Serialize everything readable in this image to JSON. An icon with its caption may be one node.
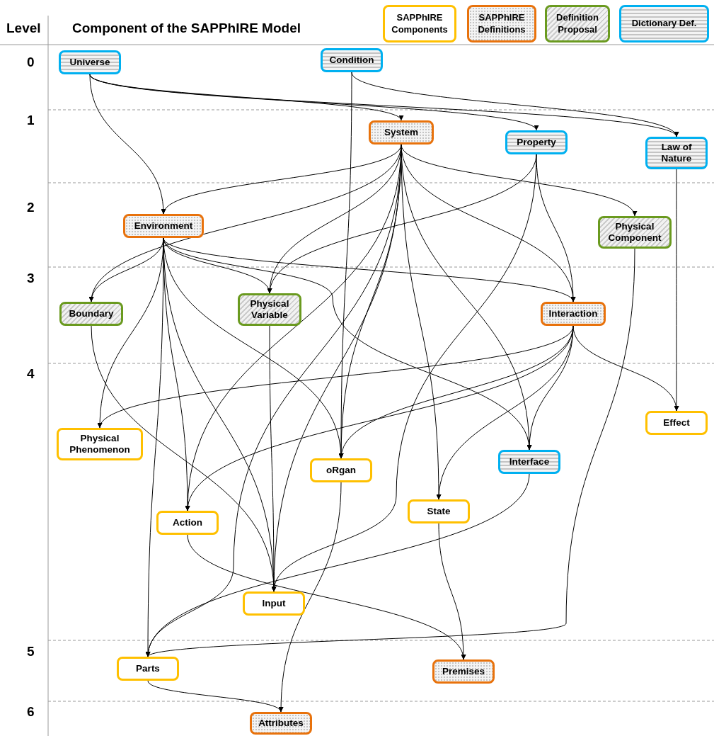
{
  "diagram": {
    "title": "Component of the SAPPhIRE Model",
    "nodes": [
      {
        "text": [
          "Universe"
        ]
      },
      {
        "text": [
          "Condition"
        ]
      },
      {
        "text": [
          "System"
        ]
      },
      {
        "text": [
          "Property"
        ]
      },
      {
        "text": [
          "Law of Nature"
        ]
      },
      {
        "text": [
          "Environment"
        ]
      },
      {
        "text": [
          "Physical Component"
        ]
      },
      {
        "text": [
          "Boundary"
        ]
      },
      {
        "text": [
          "Physical Variable"
        ]
      },
      {
        "text": [
          "Interaction"
        ]
      },
      {
        "text": [
          "Physical Phenomenon"
        ]
      },
      {
        "text": [
          "Effect"
        ]
      },
      {
        "text": [
          "oRgan"
        ]
      },
      {
        "text": [
          "Interface"
        ]
      },
      {
        "text": [
          "State"
        ]
      },
      {
        "text": [
          "Action"
        ]
      },
      {
        "text": [
          "Input"
        ]
      },
      {
        "text": [
          "Parts"
        ]
      },
      {
        "text": [
          "Premises"
        ]
      },
      {
        "text": [
          "Attributes"
        ]
      }
    ],
    "edges": [
      {
        "from": 0,
        "to": 2,
        "arrow": "to"
      },
      {
        "from": 0,
        "to": 3,
        "arrow": "to"
      },
      {
        "from": 0,
        "to": 4,
        "arrow": "to"
      },
      {
        "from": 0,
        "to": 5,
        "arrow": "to"
      },
      {
        "from": 1,
        "to": 4,
        "arrow": "to"
      },
      {
        "from": 1,
        "to": 12,
        "arrow": "to"
      },
      {
        "from": 2,
        "to": 5,
        "arrow": "to"
      },
      {
        "from": 2,
        "to": 7,
        "arrow": "to"
      },
      {
        "from": 2,
        "to": 6,
        "arrow": "to"
      },
      {
        "from": 2,
        "to": 8,
        "arrow": "to"
      },
      {
        "from": 2,
        "to": 9,
        "arrow": "to"
      },
      {
        "from": 2,
        "to": 14,
        "arrow": "to"
      },
      {
        "from": 2,
        "to": 12,
        "arrow": "to"
      },
      {
        "from": 2,
        "to": 13,
        "arrow": "to"
      },
      {
        "from": 2,
        "to": 16,
        "arrow": "to"
      },
      {
        "from": 2,
        "to": 15,
        "arrow": "to"
      },
      {
        "from": 2,
        "to": 17,
        "arrow": "to"
      },
      {
        "from": 3,
        "to": 8,
        "arrow": "to"
      },
      {
        "from": 3,
        "to": 9,
        "arrow": "to"
      },
      {
        "from": 3,
        "to": 16,
        "arrow": "to"
      },
      {
        "from": 4,
        "to": 11,
        "arrow": "to"
      },
      {
        "from": 5,
        "to": 7,
        "arrow": "to"
      },
      {
        "from": 5,
        "to": 8,
        "arrow": "to"
      },
      {
        "from": 5,
        "to": 10,
        "arrow": "to"
      },
      {
        "from": 5,
        "to": 17,
        "arrow": "to"
      },
      {
        "from": 5,
        "to": 15,
        "arrow": "to"
      },
      {
        "from": 5,
        "to": 16,
        "arrow": "to"
      },
      {
        "from": 5,
        "to": 12,
        "arrow": "to"
      },
      {
        "from": 5,
        "to": 9,
        "arrow": "to"
      },
      {
        "from": 5,
        "to": 13,
        "arrow": "to"
      },
      {
        "from": 7,
        "to": 16,
        "arrow": "to"
      },
      {
        "from": 8,
        "to": 16,
        "arrow": "to"
      },
      {
        "from": 9,
        "to": 11,
        "arrow": "to"
      },
      {
        "from": 9,
        "to": 13,
        "arrow": "to"
      },
      {
        "from": 9,
        "to": 10,
        "arrow": "to"
      },
      {
        "from": 9,
        "to": 15,
        "arrow": "to"
      },
      {
        "from": 9,
        "to": 14,
        "arrow": "to"
      },
      {
        "from": 9,
        "to": 12,
        "arrow": "to"
      },
      {
        "from": 6,
        "to": 17,
        "arrow": "to"
      },
      {
        "from": 13,
        "to": 17,
        "arrow": "to"
      },
      {
        "from": 12,
        "to": 19,
        "arrow": "to"
      },
      {
        "from": 17,
        "to": 19,
        "arrow": "to"
      },
      {
        "from": 15,
        "to": 18,
        "arrow": "to"
      },
      {
        "from": 14,
        "to": 18,
        "arrow": "to"
      }
    ],
    "labels": [
      "Level",
      "0",
      "1",
      "2",
      "3",
      "4",
      "5",
      "6"
    ],
    "legend": [
      {
        "text": "SAPPhIRE Components",
        "color": "#ffc000"
      },
      {
        "text": "SAPPhIRE Definitions",
        "color": "#e8720c"
      },
      {
        "text": "Definition Proposal",
        "color": "#6a9a1f"
      },
      {
        "text": "Dictionary Def.",
        "color": "#00b0f0"
      }
    ]
  }
}
